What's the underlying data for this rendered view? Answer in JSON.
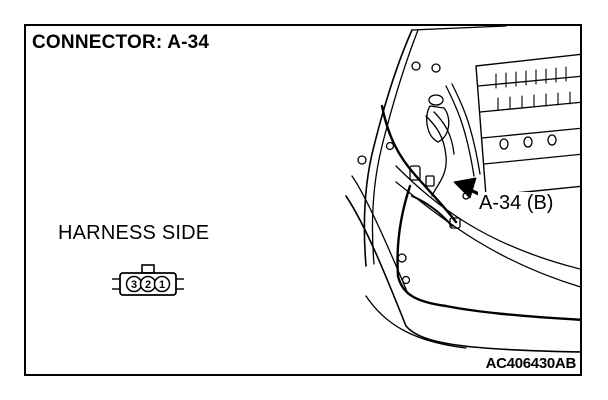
{
  "diagram": {
    "title": "CONNECTOR: A-34",
    "harness_label": "HARNESS SIDE",
    "connector_pins": [
      "3",
      "2",
      "1"
    ],
    "callout_label": "A-34 (B)",
    "figure_code": "AC406430AB"
  }
}
